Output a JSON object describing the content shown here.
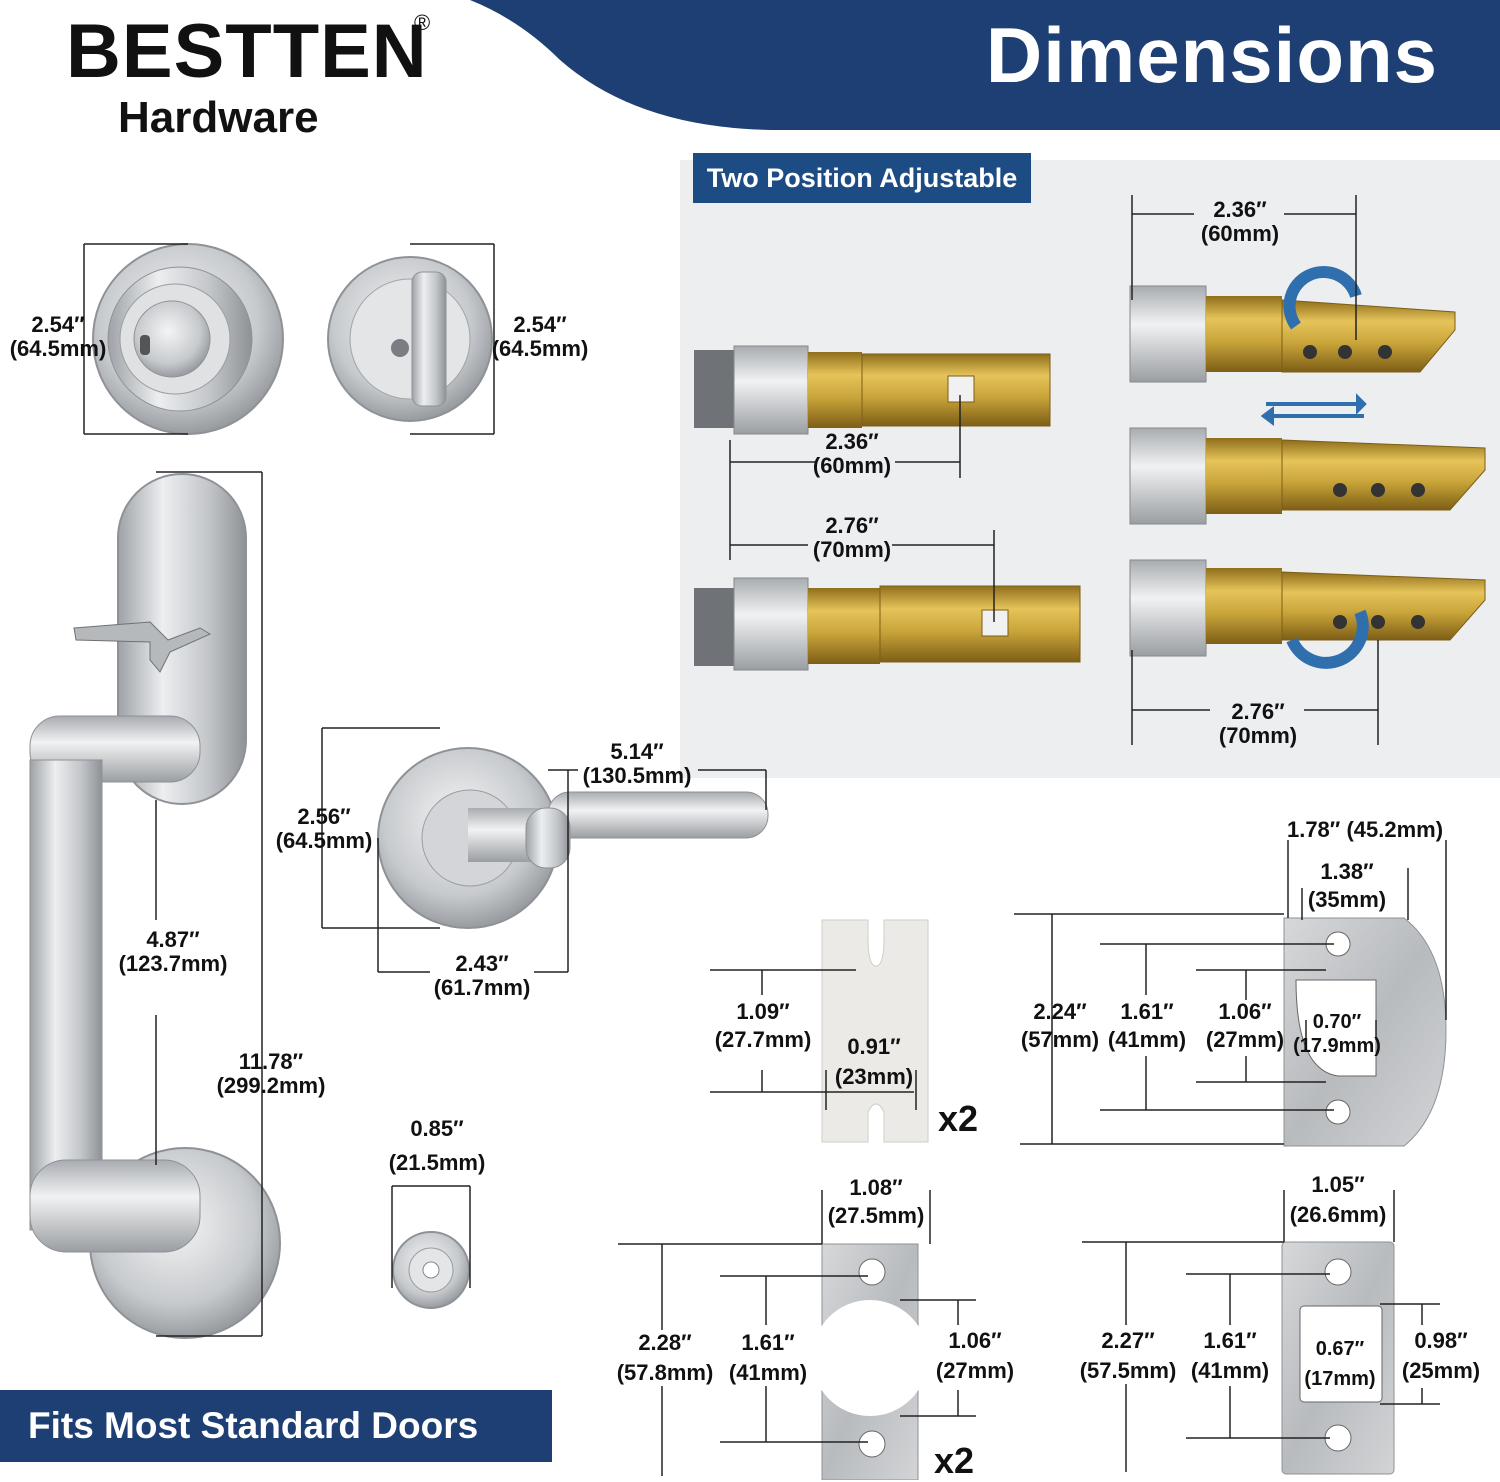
{
  "brand": {
    "name": "BESTTEN",
    "reg": "®",
    "sub": "Hardware"
  },
  "title": "Dimensions",
  "adjustable_label": "Two Position Adjustable",
  "footer_label": "Fits Most Standard Doors",
  "dims": {
    "deadbolt_front": {
      "in": "2.54″",
      "mm": "(64.5mm)"
    },
    "deadbolt_back": {
      "in": "2.54″",
      "mm": "(64.5mm)"
    },
    "latch_short": {
      "in": "2.36″",
      "mm": "(60mm)"
    },
    "latch_long": {
      "in": "2.76″",
      "mm": "(70mm)"
    },
    "latch_adj_short": {
      "in": "2.36″",
      "mm": "(60mm)"
    },
    "latch_adj_long": {
      "in": "2.76″",
      "mm": "(70mm)"
    },
    "handle_span": {
      "in": "4.87″",
      "mm": "(123.7mm)"
    },
    "handle_total": {
      "in": "11.78″",
      "mm": "(299.2mm)"
    },
    "rose_height": {
      "in": "2.56″",
      "mm": "(64.5mm)"
    },
    "lever_length": {
      "in": "5.14″",
      "mm": "(130.5mm)"
    },
    "lever_depth": {
      "in": "2.43″",
      "mm": "(61.7mm)"
    },
    "bumper": {
      "in": "0.85″",
      "mm": "(21.5mm)"
    },
    "template_h": {
      "in": "1.09″",
      "mm": "(27.7mm)"
    },
    "template_w": {
      "in": "0.91″",
      "mm": "(23mm)"
    },
    "latch_plate_w": {
      "in": "1.78″ (45.2mm)"
    },
    "latch_plate_inner": {
      "in": "1.38″",
      "mm": "(35mm)"
    },
    "latch_plate_h": {
      "in": "2.24″",
      "mm": "(57mm)"
    },
    "latch_plate_holes": {
      "in": "1.61″",
      "mm": "(41mm)"
    },
    "latch_plate_open_h": {
      "in": "1.06″",
      "mm": "(27mm)"
    },
    "latch_plate_open_w": {
      "in": "0.70″",
      "mm": "(17.9mm)"
    },
    "strike_a_w": {
      "in": "1.08″",
      "mm": "(27.5mm)"
    },
    "strike_a_h": {
      "in": "2.28″",
      "mm": "(57.8mm)"
    },
    "strike_a_holes": {
      "in": "1.61″",
      "mm": "(41mm)"
    },
    "strike_a_open": {
      "in": "1.06″",
      "mm": "(27mm)"
    },
    "strike_b_w": {
      "in": "1.05″",
      "mm": "(26.6mm)"
    },
    "strike_b_h": {
      "in": "2.27″",
      "mm": "(57.5mm)"
    },
    "strike_b_holes": {
      "in": "1.61″",
      "mm": "(41mm)"
    },
    "strike_b_open_w": {
      "in": "0.67″",
      "mm": "(17mm)"
    },
    "strike_b_open_h": {
      "in": "0.98″",
      "mm": "(25mm)"
    }
  },
  "qty": {
    "template": "x2",
    "strike": "x2"
  },
  "colors": {
    "navy": "#1d3f73",
    "accent_blue": "#1d4c84",
    "panel": "#edeef0",
    "brass": "#c9a43a",
    "steel": "#c9cbce"
  }
}
